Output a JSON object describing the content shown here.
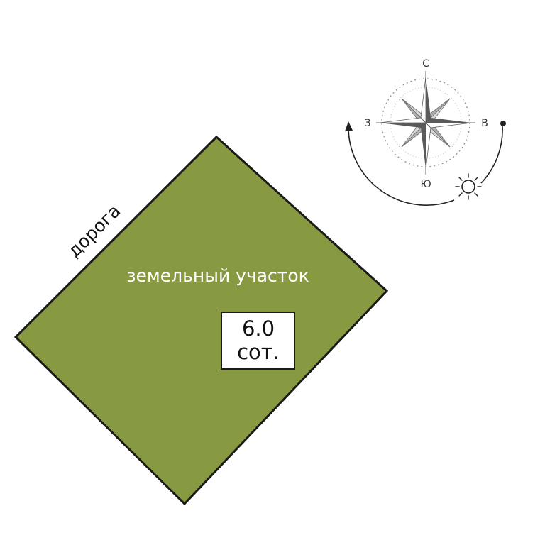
{
  "plot": {
    "label": "земельный участок",
    "fill_color": "#879a41",
    "border_color": "#1a1a1a"
  },
  "road": {
    "label": "дорога"
  },
  "area": {
    "value": "6.0",
    "unit": "сот."
  },
  "compass": {
    "north": "С",
    "south": "Ю",
    "west": "З",
    "east": "В",
    "sun_icon": "sun-icon"
  }
}
